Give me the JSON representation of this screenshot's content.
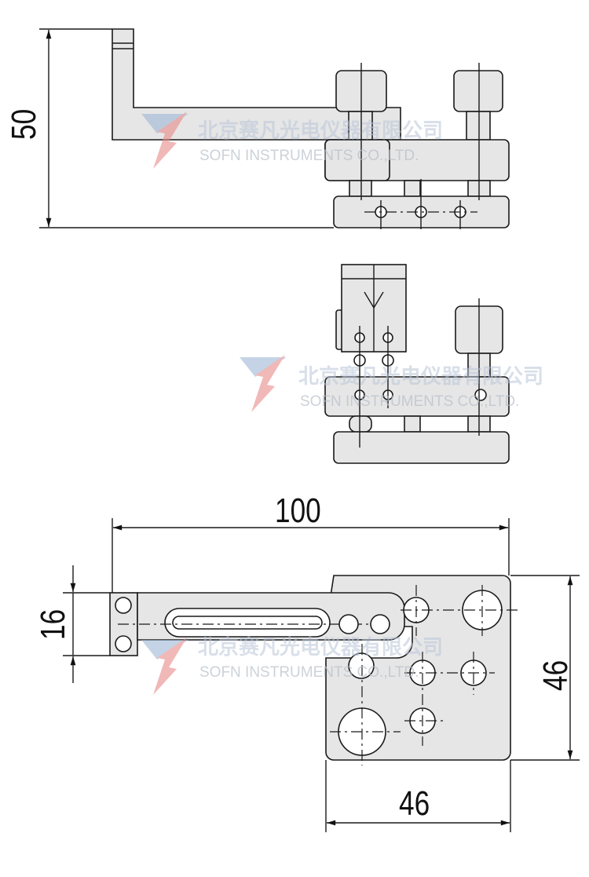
{
  "drawing": {
    "views": [
      "side-view",
      "front-view",
      "top-view"
    ],
    "dimensions": {
      "height_side": "50",
      "overall_length": "100",
      "arm_width": "16",
      "plate_height": "46",
      "plate_width": "46"
    },
    "watermark": {
      "company_cn": "北京赛凡光电仪器有限公司",
      "company_en": "SOFN INSTRUMENTS CO.,LTD."
    },
    "colors": {
      "part_fill": "#e6e6e6",
      "line": "#1a1a1a",
      "logo_red": "#e88a8a",
      "logo_blue": "#9fb6d6"
    }
  }
}
